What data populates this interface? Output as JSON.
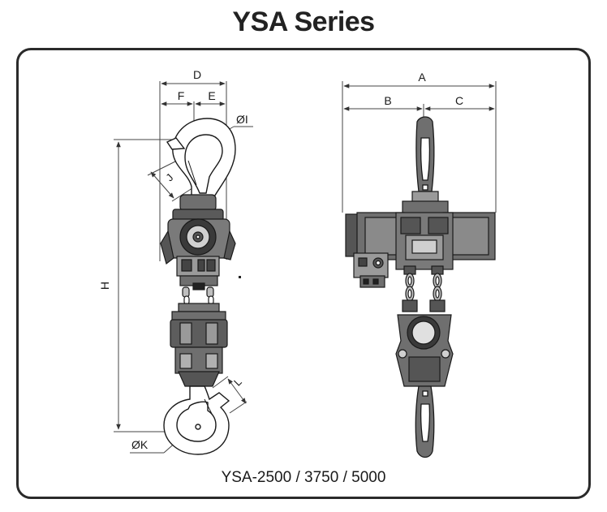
{
  "title": "YSA Series",
  "model_caption": "YSA-2500 / 3750 / 5000",
  "dimension_labels": {
    "D": "D",
    "E": "E",
    "F": "F",
    "I": "ØI",
    "J": "J",
    "H": "H",
    "L": "L",
    "K": "ØK",
    "A": "A",
    "B": "B",
    "C": "C"
  },
  "colors": {
    "line": "#1a1a1a",
    "dim_line": "#444444",
    "body_fill": "#6f6f6f",
    "body_dark": "#3a3a3a",
    "body_light": "#cfcfcf",
    "frame": "#2a2a2a"
  }
}
